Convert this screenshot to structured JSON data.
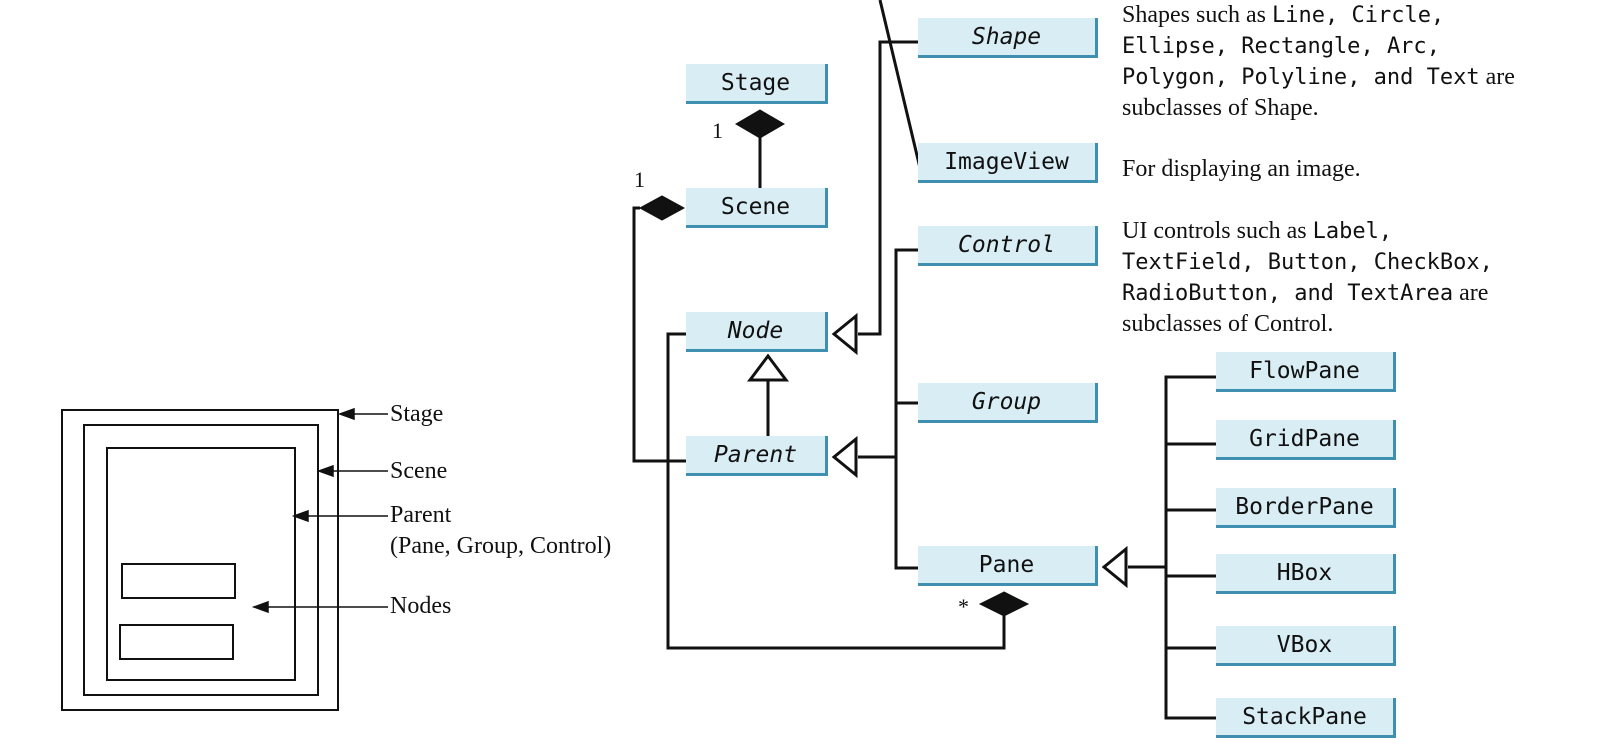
{
  "nesting_figure": {
    "labels": {
      "stage": "Stage",
      "scene": "Scene",
      "parent": "Parent",
      "parent_detail": "(Pane, Group, Control)",
      "nodes": "Nodes"
    }
  },
  "uml": {
    "classes": {
      "stage": "Stage",
      "scene": "Scene",
      "node": "Node",
      "parent": "Parent",
      "shape": "Shape",
      "imageview": "ImageView",
      "control": "Control",
      "group": "Group",
      "pane": "Pane",
      "flowpane": "FlowPane",
      "gridpane": "GridPane",
      "borderpane": "BorderPane",
      "hbox": "HBox",
      "vbox": "VBox",
      "stackpane": "StackPane"
    },
    "multiplicity": {
      "stage_scene": "1",
      "scene_parent": "1",
      "pane_nodes": "*"
    },
    "notes": {
      "shape": {
        "t1": "Shapes such as ",
        "line": "Line",
        "c1": ", ",
        "circle": "Circle",
        "c2": ",",
        "ellipse": "Ellipse",
        "c3": ", ",
        "rectangle": "Rectangle",
        "c4": ", ",
        "arc": "Arc",
        "c5": ",",
        "polygon": "Polygon",
        "c6": ", ",
        "polyline": "Polyline",
        "c7": ", and ",
        "text": "Text",
        "t2": " are",
        "t3": "subclasses of Shape."
      },
      "imageview": "For displaying an image.",
      "control": {
        "t1": "UI controls such as ",
        "label": "Label",
        "c1": ",",
        "textfield": "TextField",
        "c2": ", ",
        "button": "Button",
        "c3": ", ",
        "checkbox": "CheckBox",
        "c4": ",",
        "radiobutton": "RadioButton",
        "c5": ", and ",
        "textarea": "TextArea",
        "t2": " are",
        "t3": "subclasses of Control."
      }
    }
  }
}
